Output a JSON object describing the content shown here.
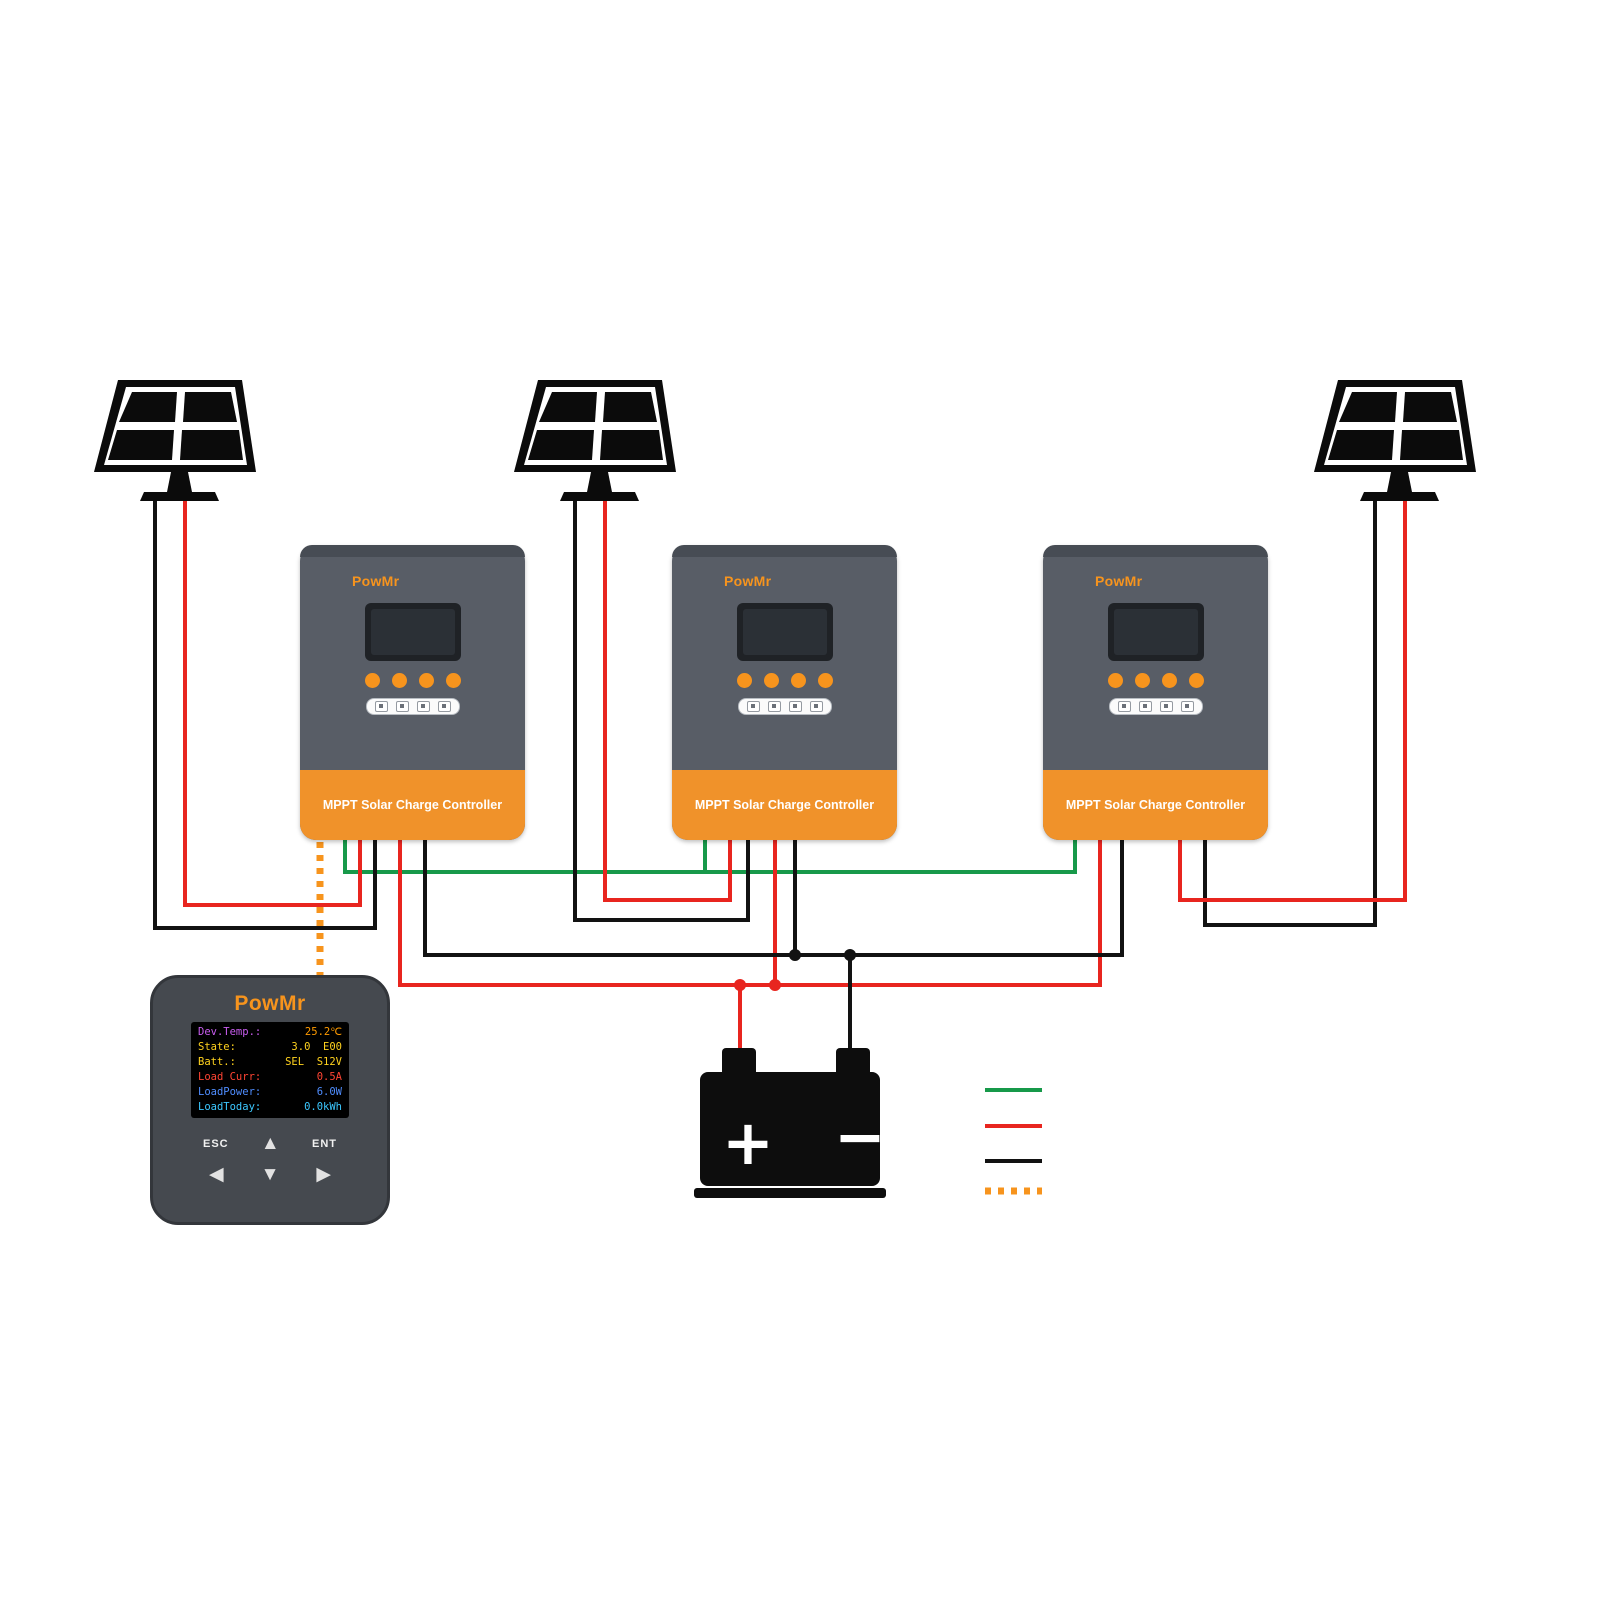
{
  "colors": {
    "brand_orange": "#f7941d",
    "wire_red": "#e8251f",
    "wire_black": "#121212",
    "wire_green": "#17994a",
    "wire_orange": "#f7941d"
  },
  "controller": {
    "brand": "PowMr",
    "label": "MPPT Solar Charge Controller"
  },
  "monitor": {
    "brand": "PowMr",
    "screen_rows": [
      {
        "label": "Dev.Temp.:",
        "value": "25.2℃",
        "label_color": "#c95df0",
        "value_color": "#ff9b00"
      },
      {
        "label": "State:",
        "value": "3.0  E00",
        "label_color": "#ffd21e",
        "value_color": "#ffd21e"
      },
      {
        "label": "Batt.:",
        "value": "SEL  S12V",
        "label_color": "#ffd21e",
        "value_color": "#ffd21e"
      },
      {
        "label": "Load Curr:",
        "value": "0.5A",
        "label_color": "#ff4433",
        "value_color": "#ff4433"
      },
      {
        "label": "LoadPower:",
        "value": "6.0W",
        "label_color": "#4f8dff",
        "value_color": "#4f8dff"
      },
      {
        "label": "LoadToday:",
        "value": "0.0kWh",
        "label_color": "#3cc8ff",
        "value_color": "#3cc8ff"
      }
    ],
    "buttons": {
      "esc": "ESC",
      "ent": "ENT",
      "up": "▲",
      "down": "▼",
      "left": "◀",
      "right": "▶"
    }
  },
  "battery": {
    "plus_label": "+",
    "minus_label": "−"
  },
  "legend": {
    "items": [
      {
        "name": "green-solid",
        "color": "#17994a",
        "style": "solid"
      },
      {
        "name": "red-solid",
        "color": "#e8251f",
        "style": "solid"
      },
      {
        "name": "black-solid",
        "color": "#121212",
        "style": "solid"
      },
      {
        "name": "orange-dotted",
        "color": "#f7941d",
        "style": "dotted"
      }
    ]
  }
}
